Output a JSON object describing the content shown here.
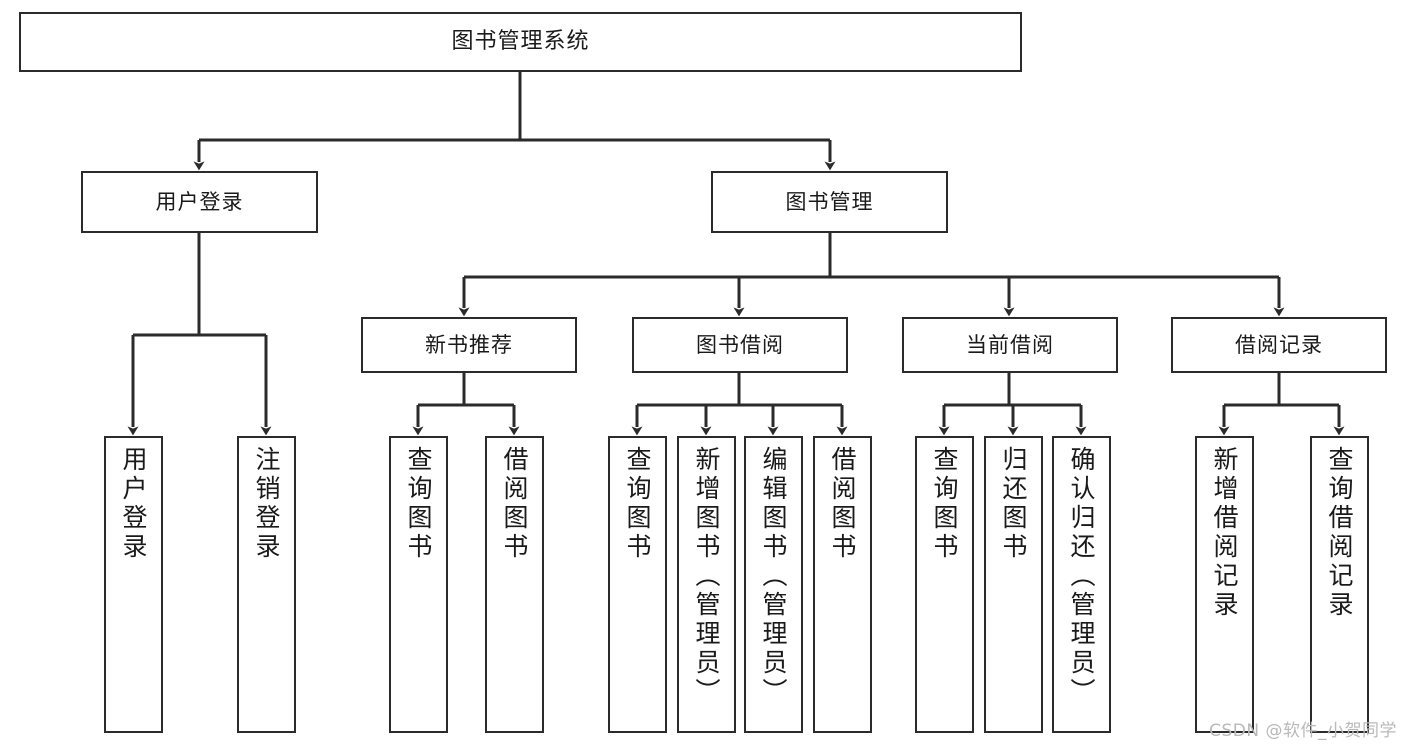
{
  "diagram": {
    "title": "图书管理系统",
    "type": "tree-hierarchy-chart",
    "orientation": "top-down",
    "colors": {
      "box_border": "#2b2b2b",
      "box_fill": "#ffffff",
      "connector": "#2b2b2b",
      "text": "#1a1a1a",
      "watermark": "#b9b9b9",
      "background": "#ffffff"
    }
  },
  "root": {
    "label": "图书管理系统"
  },
  "level2": [
    {
      "id": "user-login",
      "label": "用户登录"
    },
    {
      "id": "book-management",
      "label": "图书管理"
    }
  ],
  "level3": [
    {
      "id": "new-book-recommend",
      "label": "新书推荐"
    },
    {
      "id": "book-borrow",
      "label": "图书借阅"
    },
    {
      "id": "current-borrow",
      "label": "当前借阅"
    },
    {
      "id": "borrow-record",
      "label": "借阅记录"
    }
  ],
  "leaves": {
    "user_login": [
      {
        "id": "leaf-user-login",
        "label": "用户登录"
      },
      {
        "id": "leaf-logout-login",
        "label": "注销登录"
      }
    ],
    "new_book_recommend": [
      {
        "id": "leaf-query-book-1",
        "label": "查询图书"
      },
      {
        "id": "leaf-borrow-book-1",
        "label": "借阅图书"
      }
    ],
    "book_borrow": [
      {
        "id": "leaf-query-book-2",
        "label": "查询图书"
      },
      {
        "id": "leaf-add-book-admin",
        "label": "新增图书（管理员）"
      },
      {
        "id": "leaf-edit-book-admin",
        "label": "编辑图书（管理员）"
      },
      {
        "id": "leaf-borrow-book-2",
        "label": "借阅图书"
      }
    ],
    "current_borrow": [
      {
        "id": "leaf-query-book-3",
        "label": "查询图书"
      },
      {
        "id": "leaf-return-book",
        "label": "归还图书"
      },
      {
        "id": "leaf-confirm-return-admin",
        "label": "确认归还（管理员）"
      }
    ],
    "borrow_record": [
      {
        "id": "leaf-add-borrow-record",
        "label": "新增借阅记录"
      },
      {
        "id": "leaf-query-borrow-record",
        "label": "查询借阅记录"
      }
    ]
  },
  "watermark": {
    "text": "CSDN @软件_小贺同学"
  }
}
